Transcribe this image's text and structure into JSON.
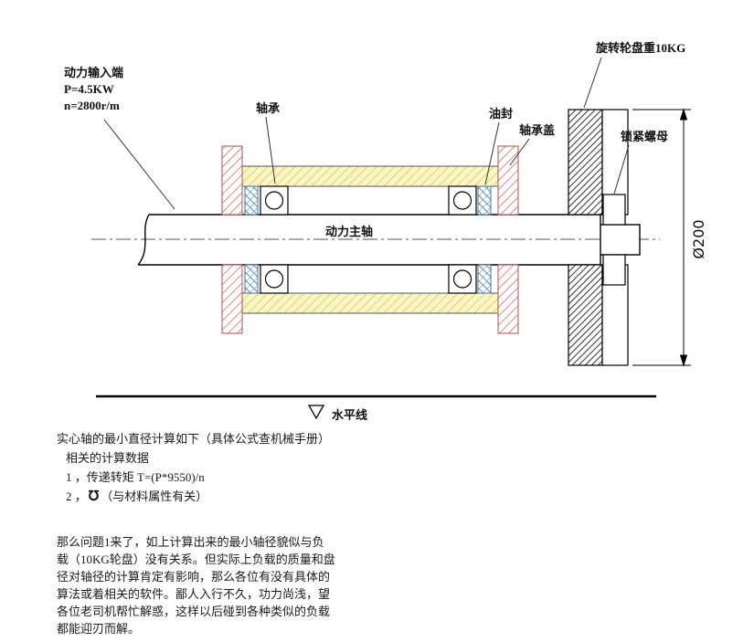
{
  "drawing": {
    "labels": {
      "power_input_line1": "动力输入端",
      "power_input_line2": "P=4.5KW",
      "power_input_line3": "n=2800r/m",
      "bearing": "轴承",
      "oil_seal": "油封",
      "bearing_cover": "轴承盖",
      "wheel_weight": "旋转轮盘重10KG",
      "lock_nut": "锁紧螺母",
      "main_shaft": "动力主轴",
      "diameter": "Ø200",
      "horizontal_line": "水平线"
    },
    "colors": {
      "flange_hatch": "#d96b6b",
      "housing_hatch": "#c9b93e",
      "housing_fill": "#faf5c4",
      "seal_hatch": "#5b8ec4",
      "disc_hatch": "#1a1a1a"
    }
  },
  "notes": {
    "line1": "实心轴的最小直径计算如下（具体公式查机械手册）",
    "line2": "相关的计算数据",
    "line3": "1 ，传递转矩 T=(P*9550)/n",
    "item2_prefix": "2 ，",
    "item2_symbol": "℧",
    "item2_suffix": "（与材料属性有关）",
    "paragraph": [
      "那么问题1来了，如上计算出来的最小轴径貌似与负",
      "载（10KG轮盘）没有关系。但实际上负载的质量和盘",
      "径对轴径的计算肯定有影响，那么各位有没有具体的",
      "算法或着相关的软件。鄙人入行不久，功力尚浅，望",
      "各位老司机帮忙解惑，这样以后碰到各种类似的负载",
      "都能迎刃而解。"
    ]
  }
}
